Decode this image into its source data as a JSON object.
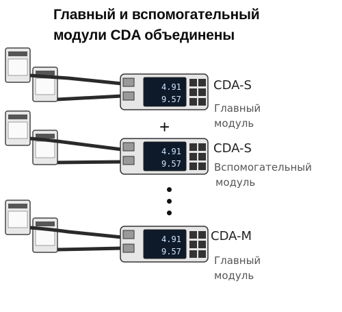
{
  "title": {
    "line1": "Главный и вспомогательный",
    "line2": "модули  CDA объединены"
  },
  "groups": [
    {
      "model": "CDA-S",
      "role_line1": "Главный",
      "role_line2": "модуль",
      "display_top": "4.91",
      "display_bottom": "9.57"
    },
    {
      "model": "CDA-S",
      "role_line1": "Вспомогательный",
      "role_line2": "модуль",
      "display_top": "4.91",
      "display_bottom": "9.57"
    },
    {
      "model": "CDA-M",
      "role_line1": "Главный",
      "role_line2": "модуль",
      "display_top": "4.91",
      "display_bottom": "9.57"
    }
  ],
  "plus_symbol": "+",
  "colors": {
    "cable": "#2a2a2a",
    "module_body": "#e6e6e6",
    "screen": "#0e1a2a",
    "screen_text": "#cfe4ff"
  }
}
